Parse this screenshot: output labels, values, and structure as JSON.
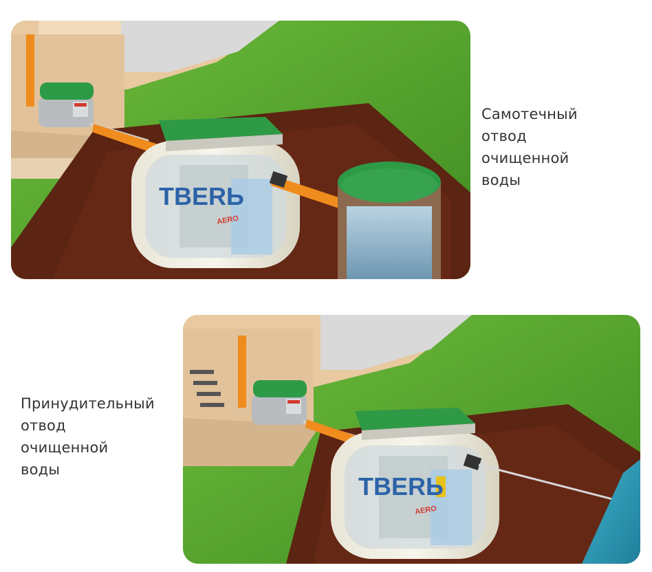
{
  "scenes": [
    {
      "caption": "Самотечный\nотвод\nочищенной\nводы",
      "tank_logo": "TBERЬ",
      "tank_sublogo": "AERO"
    },
    {
      "caption": "Принудительный\nотвод\nочищенной\nводы",
      "tank_logo": "TBERЬ",
      "tank_sublogo": "AERO"
    }
  ],
  "colors": {
    "grass": "#5aa832",
    "soil": "#5c2412",
    "pipe": "#f08c1e",
    "lid": "#2f9a46",
    "water": "#8db4cc",
    "logo": "#2c63a8"
  }
}
